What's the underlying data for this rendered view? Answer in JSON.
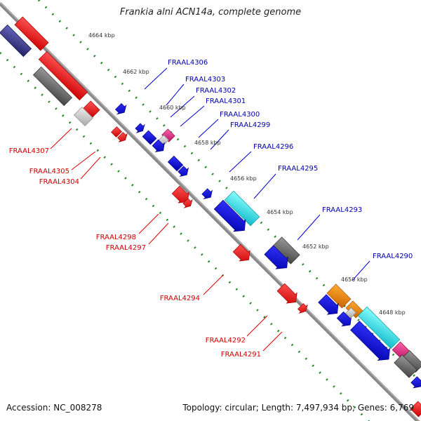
{
  "title": "Frankia alni ACN14a, complete genome",
  "accession": "Accession: NC_008278",
  "topology": "Topology: circular; Length: 7,497,934 bp; Genes: 6,769",
  "colors": {
    "forward": "#0000ee",
    "reverse": "#e00000",
    "backbone": "#888888",
    "ticks": "#228b22",
    "cyan": "#22dddd",
    "gray": "#666666",
    "orange": "#ee8800",
    "magenta": "#dd2288",
    "navy": "#333388"
  },
  "kbp_labels": [
    "4664 kbp",
    "4662 kbp",
    "4660 kbp",
    "4658 kbp",
    "4656 kbp",
    "4654 kbp",
    "4652 kbp",
    "4650 kbp",
    "4648 kbp"
  ],
  "forward_genes": [
    "FRAAL4306",
    "FRAAL4303",
    "FRAAL4302",
    "FRAAL4301",
    "FRAAL4300",
    "FRAAL4299",
    "FRAAL4296",
    "FRAAL4295",
    "FRAAL4293",
    "FRAAL4290"
  ],
  "reverse_genes": [
    "FRAAL4307",
    "FRAAL4305",
    "FRAAL4304",
    "FRAAL4298",
    "FRAAL4297",
    "FRAAL4294",
    "FRAAL4292",
    "FRAAL4291"
  ]
}
